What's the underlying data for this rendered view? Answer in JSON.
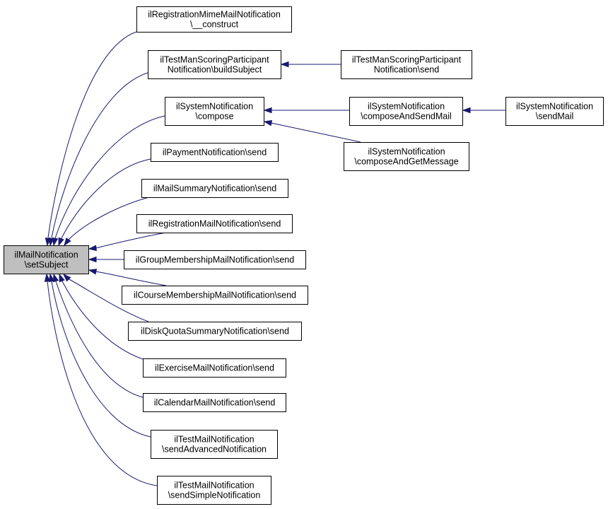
{
  "diagram": {
    "type": "call-graph",
    "edge_color": "#191970",
    "root_fill": "#bfbfbf",
    "nodes": [
      {
        "id": "root",
        "lines": [
          "ilMailNotification",
          "\\setSubject"
        ],
        "root": true
      },
      {
        "id": "n1",
        "lines": [
          "ilRegistrationMimeMailNotification",
          "\\__construct"
        ]
      },
      {
        "id": "n2",
        "lines": [
          "ilTestManScoringParticipant",
          "Notification\\buildSubject"
        ]
      },
      {
        "id": "n3",
        "lines": [
          "ilSystemNotification",
          "\\compose"
        ]
      },
      {
        "id": "n4",
        "lines": [
          "ilPaymentNotification\\send"
        ]
      },
      {
        "id": "n5",
        "lines": [
          "ilMailSummaryNotification\\send"
        ]
      },
      {
        "id": "n6",
        "lines": [
          "ilRegistrationMailNotification\\send"
        ]
      },
      {
        "id": "n7",
        "lines": [
          "ilGroupMembershipMailNotification\\send"
        ]
      },
      {
        "id": "n8",
        "lines": [
          "ilCourseMembershipMailNotification\\send"
        ]
      },
      {
        "id": "n9",
        "lines": [
          "ilDiskQuotaSummaryNotification\\send"
        ]
      },
      {
        "id": "n10",
        "lines": [
          "ilExerciseMailNotification\\send"
        ]
      },
      {
        "id": "n11",
        "lines": [
          "ilCalendarMailNotification\\send"
        ]
      },
      {
        "id": "n12",
        "lines": [
          "ilTestMailNotification",
          "\\sendAdvancedNotification"
        ]
      },
      {
        "id": "n13",
        "lines": [
          "ilTestMailNotification",
          "\\sendSimpleNotification"
        ]
      },
      {
        "id": "n14",
        "lines": [
          "ilTestManScoringParticipant",
          "Notification\\send"
        ]
      },
      {
        "id": "n15",
        "lines": [
          "ilSystemNotification",
          "\\composeAndSendMail"
        ]
      },
      {
        "id": "n16",
        "lines": [
          "ilSystemNotification",
          "\\composeAndGetMessage"
        ]
      },
      {
        "id": "n17",
        "lines": [
          "ilSystemNotification",
          "\\sendMail"
        ]
      }
    ],
    "edges": [
      {
        "from": "n1",
        "to": "root"
      },
      {
        "from": "n2",
        "to": "root"
      },
      {
        "from": "n3",
        "to": "root"
      },
      {
        "from": "n4",
        "to": "root"
      },
      {
        "from": "n5",
        "to": "root"
      },
      {
        "from": "n6",
        "to": "root"
      },
      {
        "from": "n7",
        "to": "root"
      },
      {
        "from": "n8",
        "to": "root"
      },
      {
        "from": "n9",
        "to": "root"
      },
      {
        "from": "n10",
        "to": "root"
      },
      {
        "from": "n11",
        "to": "root"
      },
      {
        "from": "n12",
        "to": "root"
      },
      {
        "from": "n13",
        "to": "root"
      },
      {
        "from": "n14",
        "to": "n2"
      },
      {
        "from": "n15",
        "to": "n3"
      },
      {
        "from": "n16",
        "to": "n3"
      },
      {
        "from": "n17",
        "to": "n15"
      }
    ]
  }
}
